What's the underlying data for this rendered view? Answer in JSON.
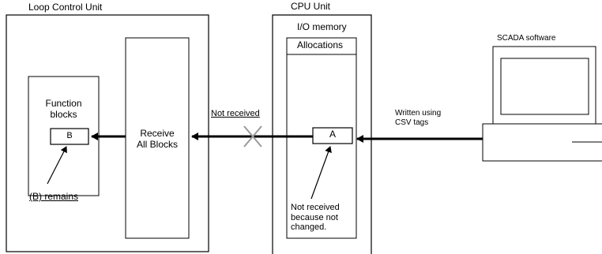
{
  "loop_control_unit": {
    "title": "Loop Control Unit",
    "function_blocks_label": [
      "Function",
      "blocks"
    ],
    "block_b_label": "B",
    "receive_label": [
      "Receive",
      "All Blocks"
    ],
    "b_remains_note": "(B) remains"
  },
  "cpu_unit": {
    "title": "CPU Unit",
    "io_memory_label": "I/O memory",
    "allocations_label": "Allocations",
    "block_a_label": "A",
    "not_received_note": [
      "Not received",
      "because not",
      "changed."
    ]
  },
  "scada": {
    "title": "SCADA software",
    "written_note": [
      "Written using",
      "CSV tags"
    ]
  },
  "link": {
    "not_received_label": "Not received"
  }
}
